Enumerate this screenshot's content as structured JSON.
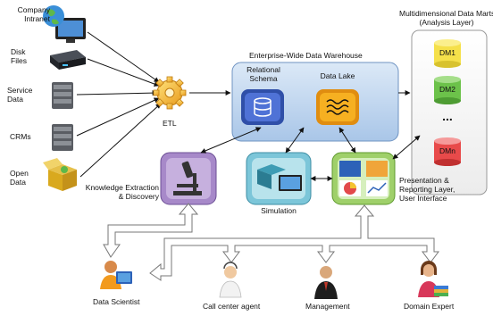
{
  "sources": [
    {
      "label": "Company\nIntranet",
      "icon": "globe-computer-icon"
    },
    {
      "label": "Disk\nFiles",
      "icon": "disk-drive-icon"
    },
    {
      "label": "Service\nData",
      "icon": "server-rack-icon"
    },
    {
      "label": "CRMs",
      "icon": "server-rack-icon"
    },
    {
      "label": "Open\nData",
      "icon": "open-box-icon"
    }
  ],
  "etl": {
    "label": "ETL",
    "icon": "gear-icon"
  },
  "warehouse": {
    "title": "Enterprise-Wide Data Warehouse",
    "relational_schema": "Relational\nSchema",
    "data_lake": "Data Lake"
  },
  "data_marts": {
    "title": "Multidimensional Data Marts\n(Analysis Layer)",
    "items": [
      "DM1",
      "DM2",
      "...",
      "DMn"
    ],
    "colors": [
      "#f5e04a",
      "#6cc24a",
      "#e84a4a"
    ]
  },
  "analysis": {
    "knowledge": "Knowledge Extraction\n& Discovery",
    "simulation": "Simulation",
    "presentation": "Presentation &\nReporting Layer,\nUser Interface"
  },
  "users": [
    "Data Scientist",
    "Call center agent",
    "Management",
    "Domain Expert"
  ]
}
